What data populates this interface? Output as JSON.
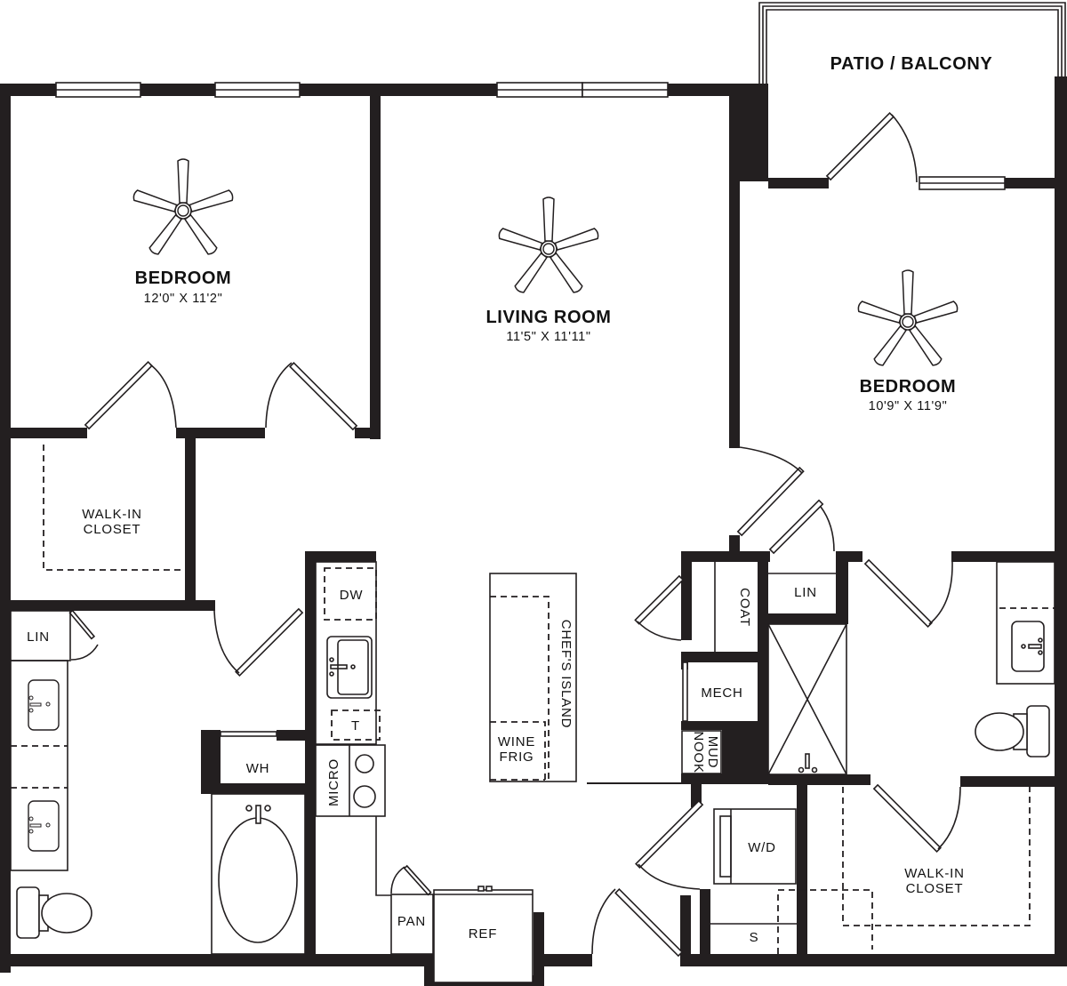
{
  "colors": {
    "wall": "#231f20",
    "background": "#ffffff",
    "text": "#111111"
  },
  "rooms": {
    "bedroom_left": {
      "name": "BEDROOM",
      "dims": "12'0\" X 11'2\""
    },
    "living_room": {
      "name": "LIVING ROOM",
      "dims": "11'5\" X 11'11\""
    },
    "bedroom_right": {
      "name": "BEDROOM",
      "dims": "10'9\" X 11'9\""
    },
    "patio": {
      "name": "PATIO / BALCONY"
    },
    "walk_in_closet_left": {
      "line1": "WALK-IN",
      "line2": "CLOSET"
    },
    "walk_in_closet_right": {
      "line1": "WALK-IN",
      "line2": "CLOSET"
    }
  },
  "fixtures": {
    "lin_left": "LIN",
    "lin_right": "LIN",
    "wh": "WH",
    "dw": "DW",
    "t": "T",
    "micro": "MICRO",
    "chefs_island": "CHEF'S ISLAND",
    "wine_frig_1": "WINE",
    "wine_frig_2": "FRIG",
    "pan": "PAN",
    "ref": "REF",
    "coat": "COAT",
    "mech": "MECH",
    "mud_nook_1": "MUD",
    "mud_nook_2": "NOOK",
    "wd": "W/D",
    "s": "S"
  },
  "icons": {
    "ceiling_fan": "ceiling-fan-icon",
    "sink": "sink-icon",
    "toilet": "toilet-icon",
    "bathtub": "bathtub-icon",
    "cooktop": "cooktop-icon",
    "shower": "shower-icon",
    "window": "window-icon",
    "door": "door-swing-icon"
  }
}
